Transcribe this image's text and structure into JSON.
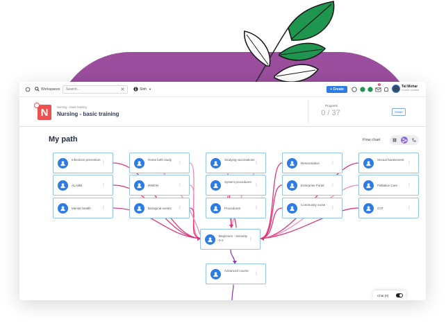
{
  "topbar": {
    "workspaces_label": "Workspaces",
    "search_placeholder": "Search...",
    "language": "Sloh",
    "create_label": "+ Create",
    "notification_badge": "2",
    "user_name": "Tal Mohar",
    "user_subtitle": "Course Content"
  },
  "course": {
    "breadcrumb": "Nursing - basic training",
    "title": "Nursing - basic training",
    "logo_letter": "N",
    "progress_label": "Progress",
    "progress_value": "0 / 37",
    "close_label": "Close"
  },
  "path": {
    "title": "My path",
    "view_label": "Flow chart"
  },
  "nodes": [
    {
      "id": "n1",
      "label": "Infections prevention"
    },
    {
      "id": "n2",
      "label": "Home birth study"
    },
    {
      "id": "n3",
      "label": "Studying vaccinations"
    },
    {
      "id": "n4",
      "label": "Resuscitation"
    },
    {
      "id": "n5",
      "label": "Sexual harassment"
    },
    {
      "id": "n6",
      "label": "ALAMB"
    },
    {
      "id": "n7",
      "label": "RIMON"
    },
    {
      "id": "n8",
      "label": "System procedures"
    },
    {
      "id": "n9",
      "label": "Enterprise Portal"
    },
    {
      "id": "n10",
      "label": "Palliative Care"
    },
    {
      "id": "n11",
      "label": "Mental Health"
    },
    {
      "id": "n12",
      "label": "Biological events"
    },
    {
      "id": "n13",
      "label": "Procedures"
    },
    {
      "id": "n14",
      "label": "Community nurse"
    },
    {
      "id": "n15",
      "label": "OJT"
    },
    {
      "id": "n16",
      "label": "Beginners - seniority 0-2"
    },
    {
      "id": "n17",
      "label": "Advanced course"
    }
  ],
  "chat": {
    "label": "Chat (0)"
  },
  "colors": {
    "blob": "#9b4e9e",
    "accent": "#2d7be5",
    "edge_primary": "#e0337a",
    "edge_secondary": "#f08bb8",
    "edge_purple": "#8e3fb0",
    "logo": "#ef4f4f"
  }
}
